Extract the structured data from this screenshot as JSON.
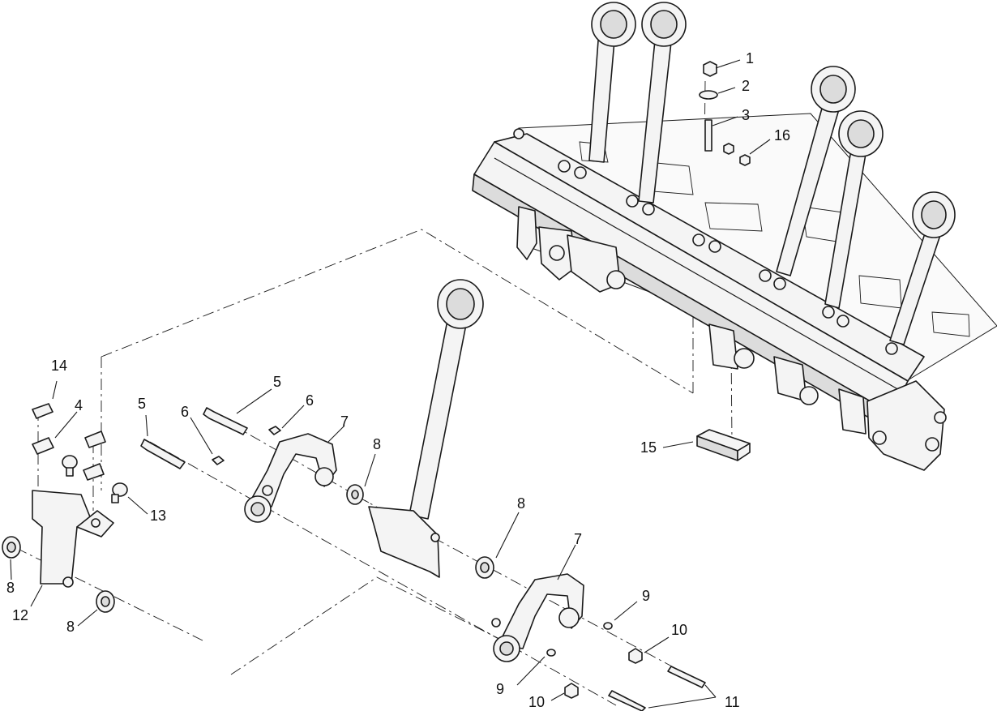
{
  "callouts": {
    "c1": "1",
    "c2": "2",
    "c3": "3",
    "c16": "16",
    "c15": "15",
    "c14": "14",
    "c4": "4",
    "c5a": "5",
    "c5b": "5",
    "c6a": "6",
    "c6b": "6",
    "c7a": "7",
    "c7b": "7",
    "c8a": "8",
    "c8b": "8",
    "c8c": "8",
    "c8d": "8",
    "c9a": "9",
    "c9b": "9",
    "c10a": "10",
    "c10b": "10",
    "c11": "11",
    "c12": "12",
    "c13": "13"
  },
  "colors": {
    "line": "#1a1a1a",
    "fill": "#f4f4f4",
    "background": "#ffffff"
  }
}
